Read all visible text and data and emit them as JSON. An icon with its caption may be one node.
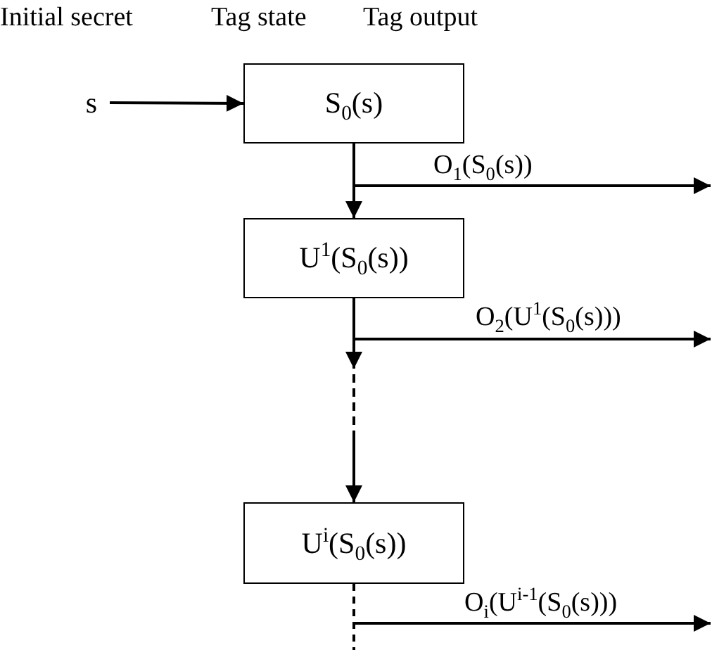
{
  "diagram": {
    "nodes": [
      {
        "text": [
          "s"
        ]
      },
      {
        "text": [
          "S$_{0}$(s)"
        ]
      },
      {
        "text": [
          "U$^{1}$(S$_{0}$(s))"
        ]
      },
      {
        "text": [
          "U$^{i}$(S$_{0}$(s))"
        ]
      }
    ],
    "edges": [
      {
        "from": 0,
        "to": 1,
        "arrow": "to"
      },
      {
        "from": 1,
        "to": 2,
        "arrow": "to"
      },
      {
        "from": 1,
        "to": null,
        "arrow": "to",
        "label": "O$_{1}$(S$_{0}$(s))"
      },
      {
        "from": 2,
        "to": 3,
        "arrow": "to",
        "style": "dashed"
      },
      {
        "from": 2,
        "to": null,
        "arrow": "to",
        "label": "O$_{2}$(U$^{1}$(S$_{0}$(s)))"
      },
      {
        "from": 3,
        "to": null,
        "arrow": "none",
        "style": "dashed"
      },
      {
        "from": 3,
        "to": null,
        "arrow": "to",
        "label": "O$_{i}$(U$^{i-1}$(S$_{0}$(s)))",
        "style": "dashed"
      }
    ],
    "labels": [
      "Initial secret",
      "Tag state",
      "Tag output"
    ]
  }
}
